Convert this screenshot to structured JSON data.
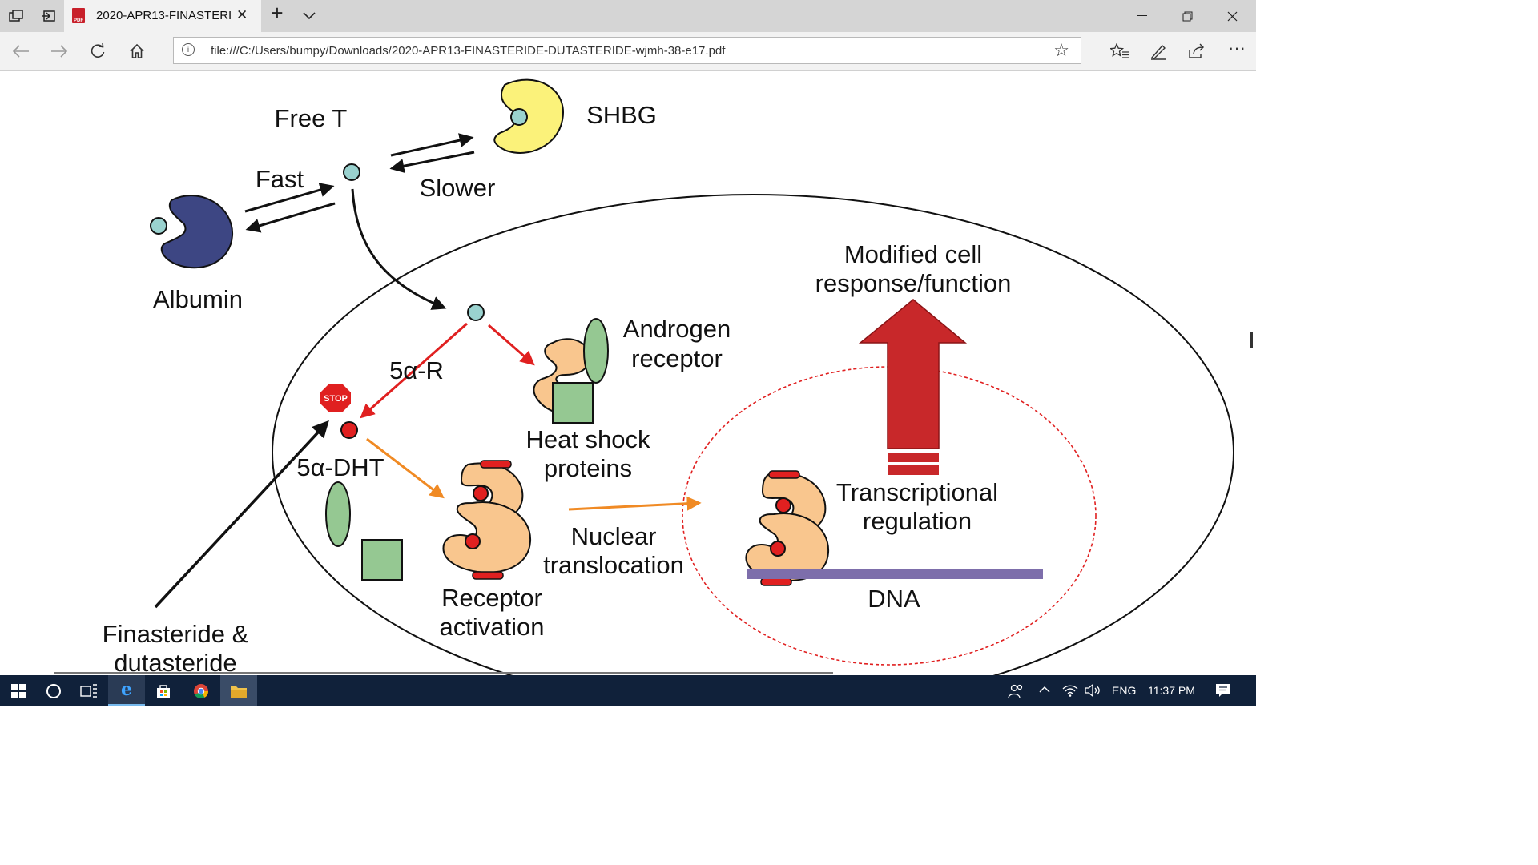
{
  "browser": {
    "tab_title": "2020-APR13-FINASTERI",
    "url": "file:///C:/Users/bumpy/Downloads/2020-APR13-FINASTERIDE-DUTASTERIDE-wjmh-38-e17.pdf",
    "new_tab_label": "+",
    "tab_icon_label": "PDF"
  },
  "diagram": {
    "free_t": "Free T",
    "shbg": "SHBG",
    "fast": "Fast",
    "slower": "Slower",
    "albumin": "Albumin",
    "modified_line1": "Modified cell",
    "modified_line2": "response/function",
    "androgen_line1": "Androgen",
    "androgen_line2": "receptor",
    "five_alpha_r": "5α-R",
    "stop": "STOP",
    "five_alpha_dht": "5α-DHT",
    "heat_line1": "Heat shock",
    "heat_line2": "proteins",
    "transcriptional_line1": "Transcriptional",
    "transcriptional_line2": "regulation",
    "nuclear_line1": "Nuclear",
    "nuclear_line2": "translocation",
    "receptor_line1": "Receptor",
    "receptor_line2": "activation",
    "dna": "DNA",
    "finasteride_line1": "Finasteride &",
    "finasteride_line2": "dutasteride"
  },
  "taskbar": {
    "language": "ENG",
    "time": "11:37 PM"
  },
  "icons": [
    "tab-actions-icon",
    "set-aside-icon",
    "pdf-icon",
    "close-tab-icon",
    "new-tab-icon",
    "tab-list-icon",
    "minimize-icon",
    "restore-icon",
    "close-window-icon",
    "back-icon",
    "forward-icon",
    "refresh-icon",
    "home-icon",
    "info-icon",
    "favorite-star-icon",
    "favorites-icon",
    "pen-icon",
    "share-icon",
    "more-icon",
    "windows-start-icon",
    "cortana-icon",
    "task-view-icon",
    "edge-icon",
    "store-icon",
    "chrome-icon",
    "file-explorer-icon",
    "people-icon",
    "chevron-up-icon",
    "wifi-icon",
    "volume-icon",
    "notifications-icon"
  ]
}
